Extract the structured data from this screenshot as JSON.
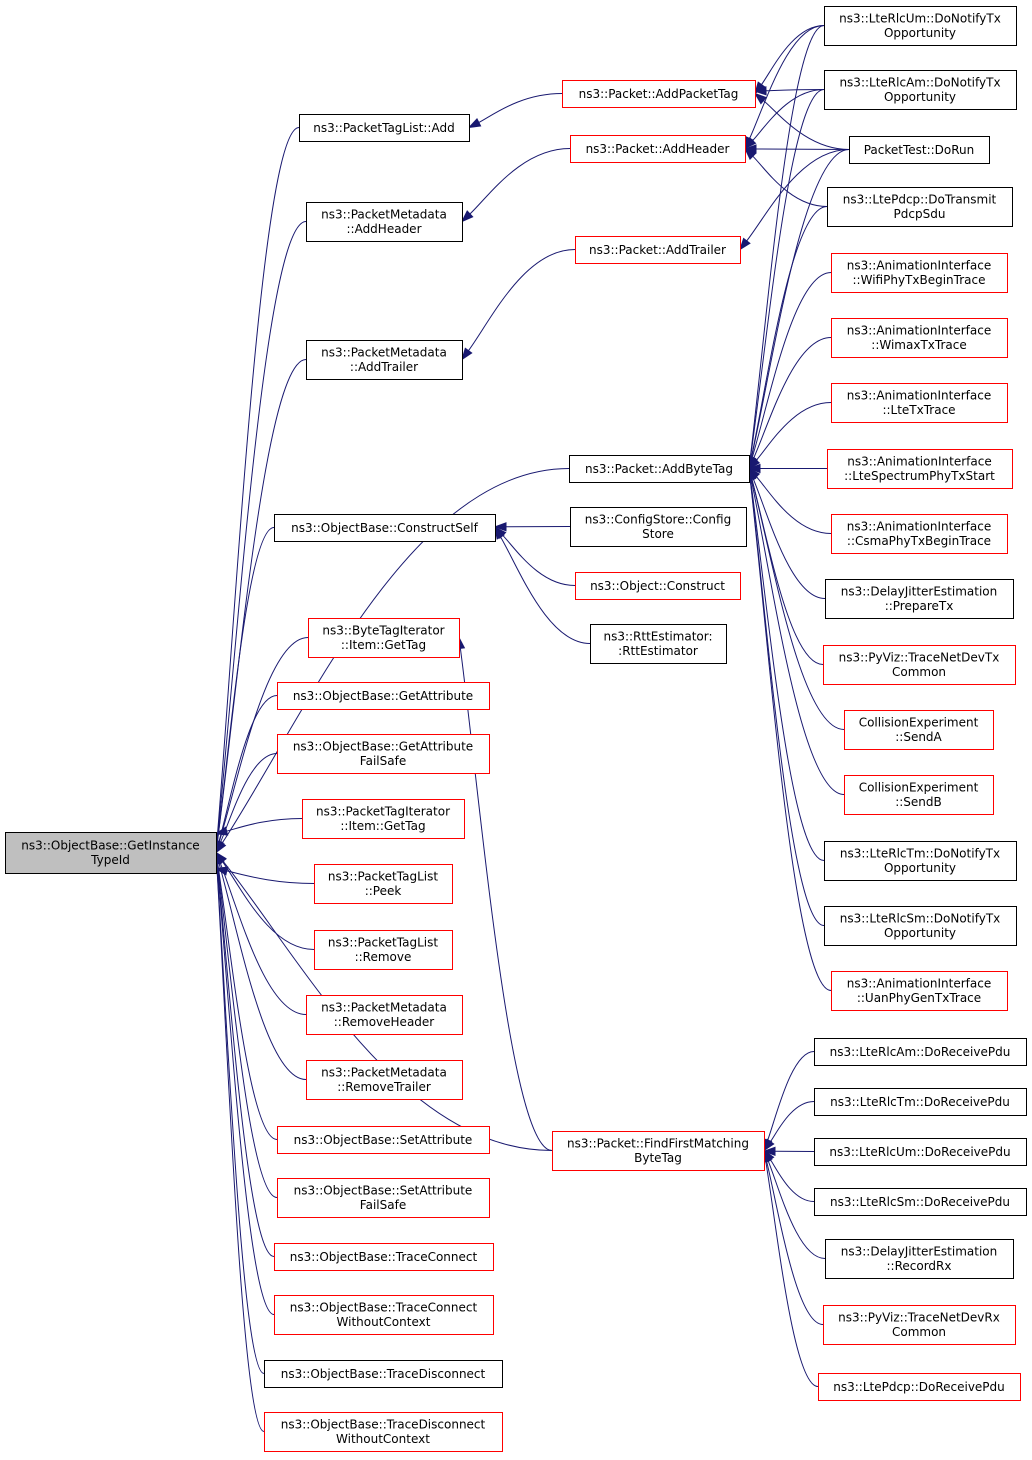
{
  "diagram": {
    "type": "caller-graph",
    "colors": {
      "edge": "#191970",
      "documented_border": "#000000",
      "undocumented_border": "#ff0000",
      "focus_fill": "#bfbfbf"
    },
    "nodes": [
      {
        "id": "n0",
        "lines": [
          "ns3::ObjectBase::GetInstance",
          "TypeId"
        ],
        "style": "focus"
      },
      {
        "id": "n1",
        "lines": [
          "ns3::PacketTagList::Add"
        ],
        "style": "black"
      },
      {
        "id": "n2",
        "lines": [
          "ns3::PacketMetadata",
          "::AddHeader"
        ],
        "style": "black"
      },
      {
        "id": "n3",
        "lines": [
          "ns3::PacketMetadata",
          "::AddTrailer"
        ],
        "style": "black"
      },
      {
        "id": "n4",
        "lines": [
          "ns3::ObjectBase::ConstructSelf"
        ],
        "style": "black"
      },
      {
        "id": "n5",
        "lines": [
          "ns3::ByteTagIterator",
          "::Item::GetTag"
        ],
        "style": "red"
      },
      {
        "id": "n6",
        "lines": [
          "ns3::ObjectBase::GetAttribute"
        ],
        "style": "red"
      },
      {
        "id": "n7",
        "lines": [
          "ns3::ObjectBase::GetAttribute",
          "FailSafe"
        ],
        "style": "red"
      },
      {
        "id": "n8",
        "lines": [
          "ns3::PacketTagIterator",
          "::Item::GetTag"
        ],
        "style": "red"
      },
      {
        "id": "n9",
        "lines": [
          "ns3::PacketTagList",
          "::Peek"
        ],
        "style": "red"
      },
      {
        "id": "n10",
        "lines": [
          "ns3::PacketTagList",
          "::Remove"
        ],
        "style": "red"
      },
      {
        "id": "n11",
        "lines": [
          "ns3::PacketMetadata",
          "::RemoveHeader"
        ],
        "style": "red"
      },
      {
        "id": "n12",
        "lines": [
          "ns3::PacketMetadata",
          "::RemoveTrailer"
        ],
        "style": "red"
      },
      {
        "id": "n13",
        "lines": [
          "ns3::ObjectBase::SetAttribute"
        ],
        "style": "red"
      },
      {
        "id": "n14",
        "lines": [
          "ns3::ObjectBase::SetAttribute",
          "FailSafe"
        ],
        "style": "red"
      },
      {
        "id": "n15",
        "lines": [
          "ns3::ObjectBase::TraceConnect"
        ],
        "style": "red"
      },
      {
        "id": "n16",
        "lines": [
          "ns3::ObjectBase::TraceConnect",
          "WithoutContext"
        ],
        "style": "red"
      },
      {
        "id": "n17",
        "lines": [
          "ns3::ObjectBase::TraceDisconnect"
        ],
        "style": "black"
      },
      {
        "id": "n18",
        "lines": [
          "ns3::ObjectBase::TraceDisconnect",
          "WithoutContext"
        ],
        "style": "red"
      },
      {
        "id": "n19",
        "lines": [
          "ns3::Packet::AddPacketTag"
        ],
        "style": "red"
      },
      {
        "id": "n20",
        "lines": [
          "ns3::Packet::AddHeader"
        ],
        "style": "red"
      },
      {
        "id": "n21",
        "lines": [
          "ns3::Packet::AddTrailer"
        ],
        "style": "red"
      },
      {
        "id": "n22",
        "lines": [
          "ns3::Packet::AddByteTag"
        ],
        "style": "black"
      },
      {
        "id": "n23",
        "lines": [
          "ns3::ConfigStore::Config",
          "Store"
        ],
        "style": "black"
      },
      {
        "id": "n24",
        "lines": [
          "ns3::Object::Construct"
        ],
        "style": "red"
      },
      {
        "id": "n25",
        "lines": [
          "ns3::RttEstimator:",
          ":RttEstimator"
        ],
        "style": "black"
      },
      {
        "id": "n26",
        "lines": [
          "ns3::Packet::FindFirstMatching",
          "ByteTag"
        ],
        "style": "red"
      },
      {
        "id": "n27",
        "lines": [
          "ns3::LteRlcUm::DoNotifyTx",
          "Opportunity"
        ],
        "style": "black"
      },
      {
        "id": "n28",
        "lines": [
          "ns3::LteRlcAm::DoNotifyTx",
          "Opportunity"
        ],
        "style": "black"
      },
      {
        "id": "n29",
        "lines": [
          "PacketTest::DoRun"
        ],
        "style": "black"
      },
      {
        "id": "n30",
        "lines": [
          "ns3::LtePdcp::DoTransmit",
          "PdcpSdu"
        ],
        "style": "black"
      },
      {
        "id": "n31",
        "lines": [
          "ns3::AnimationInterface",
          "::WifiPhyTxBeginTrace"
        ],
        "style": "red"
      },
      {
        "id": "n32",
        "lines": [
          "ns3::AnimationInterface",
          "::WimaxTxTrace"
        ],
        "style": "red"
      },
      {
        "id": "n33",
        "lines": [
          "ns3::AnimationInterface",
          "::LteTxTrace"
        ],
        "style": "red"
      },
      {
        "id": "n34",
        "lines": [
          "ns3::AnimationInterface",
          "::LteSpectrumPhyTxStart"
        ],
        "style": "red"
      },
      {
        "id": "n35",
        "lines": [
          "ns3::AnimationInterface",
          "::CsmaPhyTxBeginTrace"
        ],
        "style": "red"
      },
      {
        "id": "n36",
        "lines": [
          "ns3::DelayJitterEstimation",
          "::PrepareTx"
        ],
        "style": "black"
      },
      {
        "id": "n37",
        "lines": [
          "ns3::PyViz::TraceNetDevTx",
          "Common"
        ],
        "style": "red"
      },
      {
        "id": "n38",
        "lines": [
          "CollisionExperiment",
          "::SendA"
        ],
        "style": "red"
      },
      {
        "id": "n39",
        "lines": [
          "CollisionExperiment",
          "::SendB"
        ],
        "style": "red"
      },
      {
        "id": "n40",
        "lines": [
          "ns3::LteRlcTm::DoNotifyTx",
          "Opportunity"
        ],
        "style": "black"
      },
      {
        "id": "n41",
        "lines": [
          "ns3::LteRlcSm::DoNotifyTx",
          "Opportunity"
        ],
        "style": "black"
      },
      {
        "id": "n42",
        "lines": [
          "ns3::AnimationInterface",
          "::UanPhyGenTxTrace"
        ],
        "style": "red"
      },
      {
        "id": "n43",
        "lines": [
          "ns3::LteRlcAm::DoReceivePdu"
        ],
        "style": "black"
      },
      {
        "id": "n44",
        "lines": [
          "ns3::LteRlcTm::DoReceivePdu"
        ],
        "style": "black"
      },
      {
        "id": "n45",
        "lines": [
          "ns3::LteRlcUm::DoReceivePdu"
        ],
        "style": "black"
      },
      {
        "id": "n46",
        "lines": [
          "ns3::LteRlcSm::DoReceivePdu"
        ],
        "style": "black"
      },
      {
        "id": "n47",
        "lines": [
          "ns3::DelayJitterEstimation",
          "::RecordRx"
        ],
        "style": "black"
      },
      {
        "id": "n48",
        "lines": [
          "ns3::PyViz::TraceNetDevRx",
          "Common"
        ],
        "style": "red"
      },
      {
        "id": "n49",
        "lines": [
          "ns3::LtePdcp::DoReceivePdu"
        ],
        "style": "red"
      }
    ],
    "edges": [
      {
        "from": "n1",
        "to": "n0"
      },
      {
        "from": "n2",
        "to": "n0"
      },
      {
        "from": "n3",
        "to": "n0"
      },
      {
        "from": "n22",
        "to": "n0"
      },
      {
        "from": "n4",
        "to": "n0"
      },
      {
        "from": "n26",
        "to": "n0"
      },
      {
        "from": "n5",
        "to": "n0"
      },
      {
        "from": "n6",
        "to": "n0"
      },
      {
        "from": "n7",
        "to": "n0"
      },
      {
        "from": "n8",
        "to": "n0"
      },
      {
        "from": "n9",
        "to": "n0"
      },
      {
        "from": "n10",
        "to": "n0"
      },
      {
        "from": "n11",
        "to": "n0"
      },
      {
        "from": "n12",
        "to": "n0"
      },
      {
        "from": "n13",
        "to": "n0"
      },
      {
        "from": "n14",
        "to": "n0"
      },
      {
        "from": "n15",
        "to": "n0"
      },
      {
        "from": "n16",
        "to": "n0"
      },
      {
        "from": "n17",
        "to": "n0"
      },
      {
        "from": "n18",
        "to": "n0"
      },
      {
        "from": "n19",
        "to": "n1"
      },
      {
        "from": "n20",
        "to": "n2"
      },
      {
        "from": "n21",
        "to": "n3"
      },
      {
        "from": "n23",
        "to": "n4"
      },
      {
        "from": "n24",
        "to": "n4"
      },
      {
        "from": "n25",
        "to": "n4"
      },
      {
        "from": "n26",
        "to": "n5"
      },
      {
        "from": "n27",
        "to": "n19"
      },
      {
        "from": "n28",
        "to": "n19"
      },
      {
        "from": "n29",
        "to": "n19"
      },
      {
        "from": "n27",
        "to": "n20"
      },
      {
        "from": "n28",
        "to": "n20"
      },
      {
        "from": "n29",
        "to": "n20"
      },
      {
        "from": "n30",
        "to": "n20"
      },
      {
        "from": "n29",
        "to": "n21"
      },
      {
        "from": "n27",
        "to": "n22"
      },
      {
        "from": "n28",
        "to": "n22"
      },
      {
        "from": "n29",
        "to": "n22"
      },
      {
        "from": "n30",
        "to": "n22"
      },
      {
        "from": "n31",
        "to": "n22"
      },
      {
        "from": "n32",
        "to": "n22"
      },
      {
        "from": "n33",
        "to": "n22"
      },
      {
        "from": "n34",
        "to": "n22"
      },
      {
        "from": "n35",
        "to": "n22"
      },
      {
        "from": "n36",
        "to": "n22"
      },
      {
        "from": "n37",
        "to": "n22"
      },
      {
        "from": "n38",
        "to": "n22"
      },
      {
        "from": "n39",
        "to": "n22"
      },
      {
        "from": "n40",
        "to": "n22"
      },
      {
        "from": "n41",
        "to": "n22"
      },
      {
        "from": "n42",
        "to": "n22"
      },
      {
        "from": "n43",
        "to": "n26"
      },
      {
        "from": "n44",
        "to": "n26"
      },
      {
        "from": "n45",
        "to": "n26"
      },
      {
        "from": "n46",
        "to": "n26"
      },
      {
        "from": "n47",
        "to": "n26"
      },
      {
        "from": "n48",
        "to": "n26"
      },
      {
        "from": "n49",
        "to": "n26"
      }
    ]
  }
}
